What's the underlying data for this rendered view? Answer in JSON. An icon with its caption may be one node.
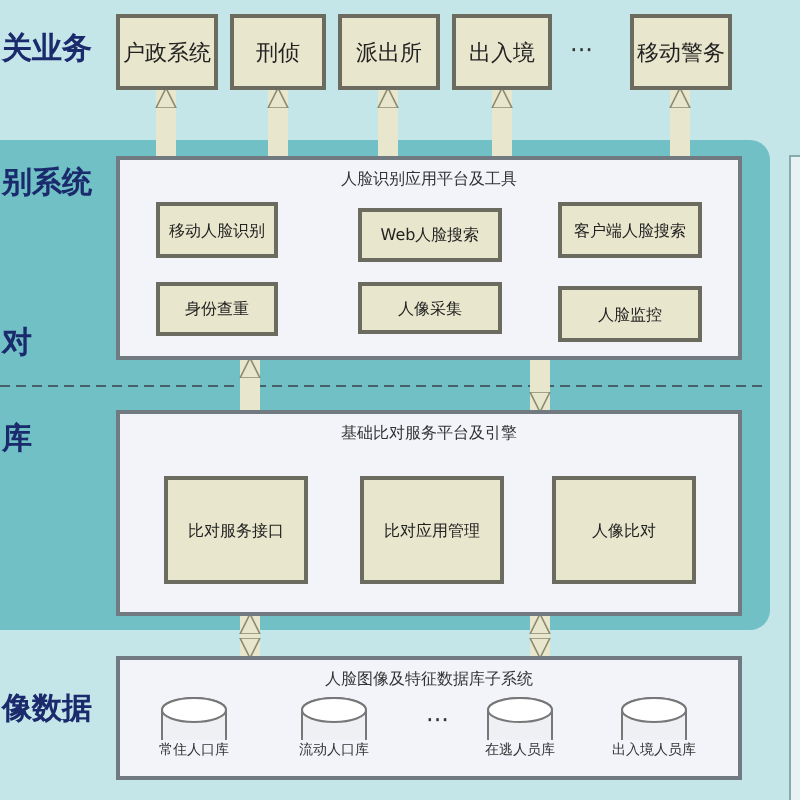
{
  "diagram": {
    "nodes": [
      {
        "text": [
          "户政系统"
        ]
      },
      {
        "text": [
          "刑侦"
        ]
      },
      {
        "text": [
          "派出所"
        ]
      },
      {
        "text": [
          "出入境"
        ]
      },
      {
        "text": [
          "移动警务"
        ]
      },
      {
        "text": [
          "人脸识别应用平台及工具"
        ]
      },
      {
        "text": [
          "移动人脸识别"
        ],
        "in": 5
      },
      {
        "text": [
          "Web人脸搜索"
        ],
        "in": 5
      },
      {
        "text": [
          "客户端人脸搜索"
        ],
        "in": 5
      },
      {
        "text": [
          "身份查重"
        ],
        "in": 5
      },
      {
        "text": [
          "人像采集"
        ],
        "in": 5
      },
      {
        "text": [
          "人脸监控"
        ],
        "in": 5
      },
      {
        "text": [
          "基础比对服务平台及引擎"
        ]
      },
      {
        "text": [
          "比对服务接口"
        ],
        "in": 12
      },
      {
        "text": [
          "比对应用管理"
        ],
        "in": 12
      },
      {
        "text": [
          "人像比对"
        ],
        "in": 12
      },
      {
        "text": [
          "人脸图像及特征数据库子系统"
        ]
      },
      {
        "text": [
          "常住人口库"
        ],
        "in": 16
      },
      {
        "text": [
          "流动人口库"
        ],
        "in": 16
      },
      {
        "text": [
          "在逃人员库"
        ],
        "in": 16
      },
      {
        "text": [
          "出入境人员库"
        ],
        "in": 16
      }
    ],
    "edges": [
      {
        "from": 5,
        "to": 0,
        "arrow": "to"
      },
      {
        "from": 5,
        "to": 1,
        "arrow": "to"
      },
      {
        "from": 5,
        "to": 2,
        "arrow": "to"
      },
      {
        "from": 5,
        "to": 3,
        "arrow": "to"
      },
      {
        "from": 5,
        "to": 4,
        "arrow": "to"
      },
      {
        "from": 12,
        "to": 5,
        "arrow": "to"
      },
      {
        "from": 5,
        "to": 12,
        "arrow": "to"
      },
      {
        "from": 12,
        "to": 16,
        "arrow": "both"
      },
      {
        "from": 12,
        "to": 16,
        "arrow": "both"
      }
    ],
    "labels": [
      "关业务",
      "···",
      "别系统",
      "对",
      "库",
      "像数据",
      "···"
    ]
  }
}
